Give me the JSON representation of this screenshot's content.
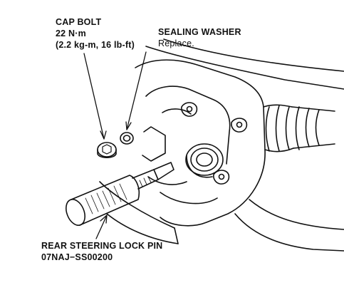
{
  "callouts": {
    "cap_bolt": {
      "title": "CAP BOLT",
      "torque_nm": "22 N·m",
      "torque_alt": "(2.2 kg-m, 16 lb-ft)"
    },
    "sealing_washer": {
      "title": "SEALING WASHER",
      "note": "Replace."
    },
    "lock_pin": {
      "title": "REAR STEERING LOCK PIN",
      "part_number": "07NAJ−SS00200"
    }
  }
}
